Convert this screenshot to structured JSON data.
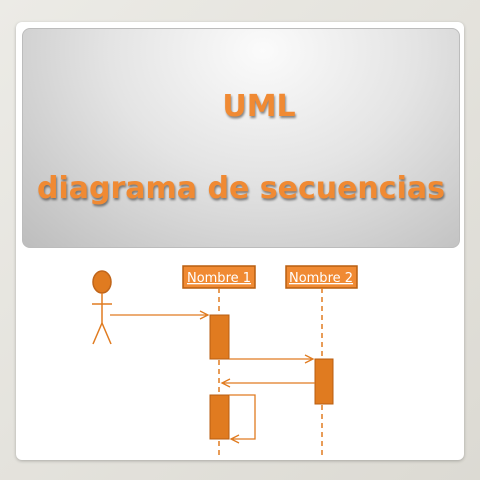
{
  "slide": {
    "title_line1": "UML",
    "title_line2": "diagrama de secuencias"
  },
  "diagram": {
    "type": "sequence",
    "participants": [
      {
        "name": "",
        "kind": "actor"
      },
      {
        "name": "Nombre 1",
        "kind": "object"
      },
      {
        "name": "Nombre 2",
        "kind": "object"
      }
    ],
    "messages": [
      {
        "from": "actor",
        "to": "Nombre 1",
        "kind": "call"
      },
      {
        "from": "Nombre 1",
        "to": "Nombre 2",
        "kind": "call"
      },
      {
        "from": "Nombre 2",
        "to": "Nombre 1",
        "kind": "return"
      },
      {
        "from": "Nombre 1",
        "to": "Nombre 1",
        "kind": "self-call"
      }
    ],
    "colors": {
      "accent": "#e07b20",
      "accent_border": "#b85e10",
      "label_fill": "#f08a33",
      "label_text": "#ffffff"
    }
  }
}
